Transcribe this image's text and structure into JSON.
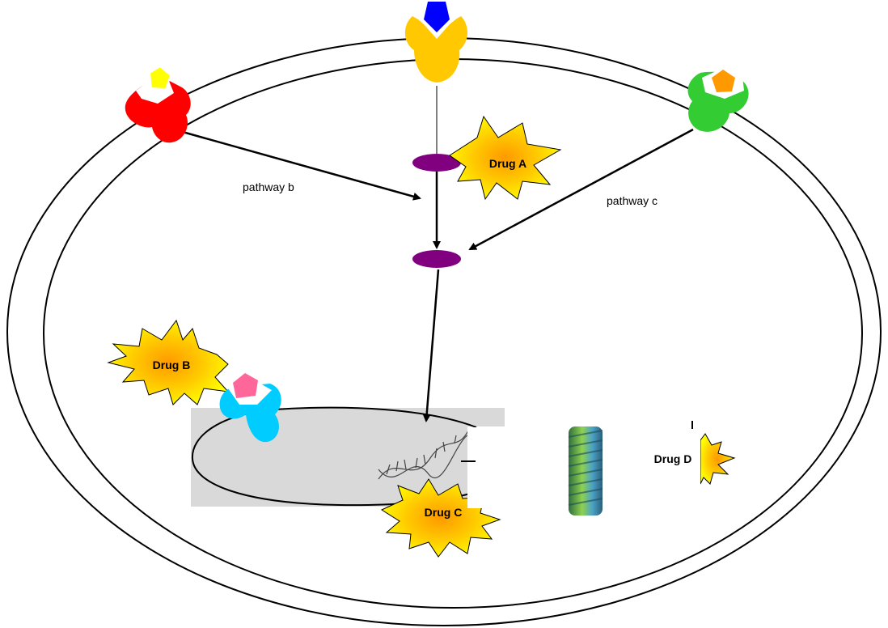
{
  "labels": {
    "pathway_b": "pathway b",
    "pathway_c": "pathway c"
  },
  "drugs": {
    "a": "Drug A",
    "b": "Drug B",
    "c": "Drug C",
    "d": "Drug D"
  },
  "colors": {
    "receptor_red": "#ff0000",
    "receptor_yellow": "#ffc800",
    "receptor_green": "#33cc33",
    "receptor_cyan": "#00ccff",
    "ligand_yellow": "#ffff00",
    "ligand_blue": "#0000ff",
    "ligand_orange": "#ff9900",
    "ligand_pink": "#ff6699",
    "signal_node": "#800080",
    "nucleus_fill": "#d9d9d9",
    "starburst_outer": "#ffff00",
    "starburst_inner": "#ff9900"
  },
  "icons": {
    "dna": "dna-helix-icon",
    "microtubule": "microtubule-icon"
  }
}
